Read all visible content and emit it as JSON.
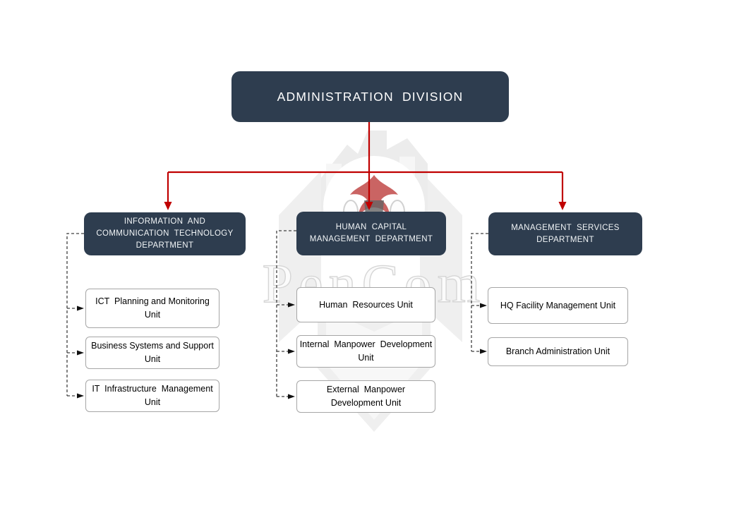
{
  "title": {
    "label": "ADMINISTRATION  DIVISION"
  },
  "watermark": {
    "brand": "PenCom"
  },
  "colors": {
    "department_box_bg": "#2E3D4F",
    "department_box_text": "#FFFFFF",
    "red_connector": "#C00000",
    "dashed_connector": "#404040",
    "unit_box_border": "#A6A6A6",
    "unit_box_bg": "#FFFFFF",
    "unit_box_text": "#000000",
    "watermark_gray": "#EDEDED"
  },
  "departments": [
    {
      "id": "ict",
      "label": "INFORMATION  AND\nCOMMUNICATION  TECHNOLOGY\nDEPARTMENT",
      "units": [
        {
          "label": "ICT  Planning and Monitoring\nUnit"
        },
        {
          "label": "Business Systems and Support\nUnit"
        },
        {
          "label": "IT  Infrastructure  Management\nUnit"
        }
      ]
    },
    {
      "id": "hcm",
      "label": "HUMAN  CAPITAL\nMANAGEMENT  DEPARTMENT",
      "units": [
        {
          "label": "Human  Resources Unit"
        },
        {
          "label": "Internal  Manpower  Development\nUnit"
        },
        {
          "label": "External  Manpower\nDevelopment Unit"
        }
      ]
    },
    {
      "id": "msd",
      "label": "MANAGEMENT  SERVICES\nDEPARTMENT",
      "units": [
        {
          "label": "HQ Facility Management Unit"
        },
        {
          "label": "Branch Administration Unit"
        }
      ]
    }
  ]
}
